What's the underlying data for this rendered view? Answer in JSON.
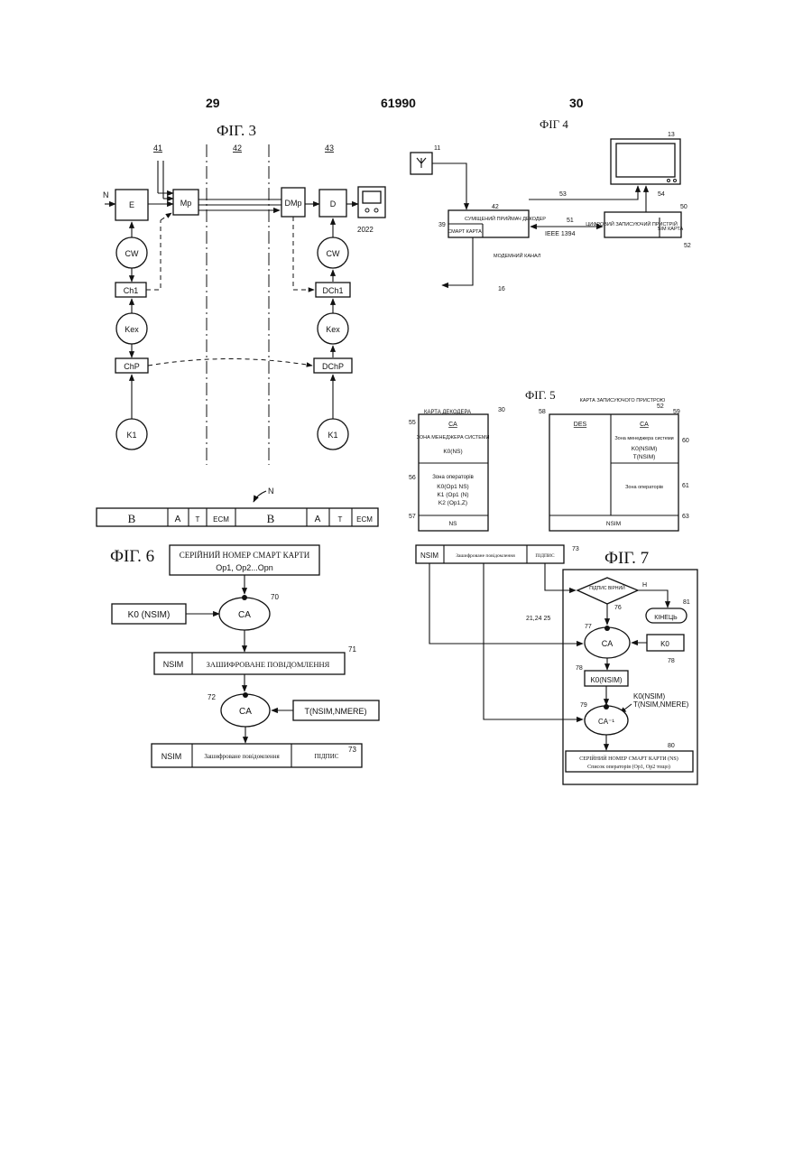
{
  "header": {
    "left_page": "29",
    "patent_number": "61990",
    "right_page": "30"
  },
  "fig3": {
    "title": "ФІГ. 3",
    "zone_labels": [
      "41",
      "42",
      "43"
    ],
    "input_label": "N",
    "blocks": {
      "e": "E",
      "mp": "Mp",
      "dmp": "DMp",
      "d": "D",
      "ch1": "Ch1",
      "dch1": "DCh1",
      "chp": "ChP",
      "dchp": "DChP"
    },
    "circles": {
      "cw_left": "CW",
      "cw_right": "CW",
      "kex_left": "Kex",
      "kex_right": "Kex",
      "k1_left": "K1",
      "k1_right": "K1"
    },
    "tv_ref": "2022"
  },
  "stream": {
    "label": "N",
    "cells": [
      "B",
      "A",
      "T",
      "ECM",
      "B",
      "A",
      "T",
      "ECM"
    ]
  },
  "fig4": {
    "title": "ФІГ 4",
    "refs": [
      "11",
      "13",
      "42",
      "53",
      "54",
      "50",
      "39",
      "51",
      "52",
      "16"
    ],
    "decoder": "СУМІЩЕНИЙ ПРИЙМАЧ ДЕКОДЕР",
    "smart_card": "СМАРТ КАРТА",
    "link": "IEEE 1394",
    "recorder": "ЦИФРОВИЙ ЗАПИСУЮЧИЙ ПРИСТРІЙ",
    "sim_card": "SIM КАРТА",
    "modem": "МОДЕМНИЙ КАНАЛ"
  },
  "fig5": {
    "title": "ФІГ. 5",
    "left_card": {
      "heading": "КАРТА ДЕКОДЕРА",
      "ref": "30",
      "refs": [
        "55",
        "56",
        "57"
      ],
      "ca": "CA",
      "zone1": "ЗОНА МЕНЕДЖЕРА СИСТЕМИ",
      "k0": "K0(NS)",
      "zone2": "Зона операторів",
      "keys": [
        "K0(Op1 NS)",
        "K1 (Op1 (N)",
        "K2 (Op1,Z)"
      ],
      "ns": "NS"
    },
    "right_card": {
      "heading": "КАРТА ЗАПИСУЮЧОГО ПРИСТРОЮ",
      "ref": "52",
      "refs": [
        "58",
        "59",
        "60",
        "61",
        "63"
      ],
      "des": "DES",
      "ca": "CA",
      "zone1": "Зона менеджера системи",
      "keys": [
        "K0(NSIM)",
        "T(NSIM)"
      ],
      "zone2": "Зона операторів",
      "nsim": "NSIM"
    }
  },
  "fig6": {
    "title": "ФІГ. 6",
    "serial_line1": "СЕРІЙНИЙ НОМЕР СМАРТ КАРТИ",
    "serial_line2": "Op1, Op2...Opn",
    "k0": "K0 (NSIM)",
    "ca1": "CA",
    "ref70": "70",
    "msg_nsim": "NSIM",
    "msg_text": "ЗАШИФРОВАНЕ ПОВІДОМЛЕННЯ",
    "ref71": "71",
    "ca2": "CA",
    "ref72": "72",
    "t_key": "T(NSIM,NMERE)",
    "out_nsim": "NSIM",
    "out_text": "Зашифроване повідомлення",
    "out_sig": "ПІДПИС",
    "ref73": "73"
  },
  "fig7": {
    "title": "ФІГ. 7",
    "top_nsim": "NSIM",
    "top_msg": "Зашифроване повідомлення",
    "top_sig": "ПІДПИС",
    "ref73": "73",
    "refs_group": "21,24 25",
    "decision": "ПІДПИС ВІРНИЙ",
    "no": "Н",
    "ref76": "76",
    "end": "КІНЕЦЬ",
    "ref81": "81",
    "ref77": "77",
    "ca": "CA",
    "k0": "K0",
    "ref78a": "78",
    "k0_nsim": "K0(NSIM)",
    "ref78b": "78",
    "k0_nsim2": "K0(NSIM)",
    "t_key": "T(NSIM,NMERE)",
    "ref79": "79",
    "ca_inv": "CA⁻¹",
    "ref80": "80",
    "result1": "СЕРІЙНИЙ НОМЕР СМАРТ КАРТИ (NS)",
    "result2": "Список операторів (Op1, Op2 тощо)"
  }
}
